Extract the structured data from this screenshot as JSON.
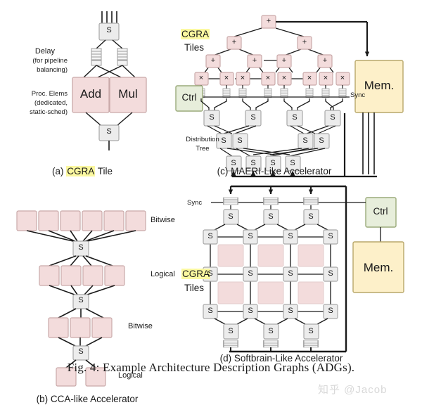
{
  "figure": {
    "caption": "Fig. 4: Example Architecture Description Graphs (ADGs).",
    "watermark": "知乎 @Jacob",
    "colors": {
      "tile_fill": "#f3dcdc",
      "tile_stroke": "#c9a9a9",
      "switch_fill": "#ececec",
      "switch_stroke": "#a8a8a8",
      "mem_fill": "#fdf0c9",
      "mem_stroke": "#b9a martial",
      "ctrl_fill": "#e7eedb",
      "ctrl_stroke": "#9aaa7a",
      "highlight": "#fbf8a0",
      "wire": "#1a1a1a"
    }
  },
  "panel_a": {
    "subcaption_prefix": "(a)",
    "subcaption_highlight": "CGRA",
    "subcaption_suffix": "Tile",
    "annotations": {
      "delay_title": "Delay",
      "delay_line2": "(for pipeline",
      "delay_line3": "balancing)",
      "pe_line1": "Proc. Elems",
      "pe_line2": "(dedicated,",
      "pe_line3": "static-sched)"
    },
    "switch_top": "S",
    "switch_bottom": "S",
    "pe_left": "Add",
    "pe_right": "Mul",
    "input_wires": 4,
    "delay_fifos": 2
  },
  "panel_b": {
    "subcaption": "(b) CCA-like Accelerator",
    "row_labels": [
      "Bitwise",
      "Logical",
      "Bitwise",
      "Logical"
    ],
    "row_counts": [
      6,
      4,
      3,
      2
    ],
    "switches": [
      "S",
      "S",
      "S"
    ]
  },
  "panel_c": {
    "subcaption": "(c) MAERI-Like Accelerator",
    "cgra_label": "CGRA",
    "tiles_label": "Tiles",
    "ctrl_label": "Ctrl",
    "mem_label": "Mem.",
    "sync_label": "Sync",
    "dist_line1": "Distribution",
    "dist_line2": "Tree",
    "adder_symbol": "+",
    "mult_symbol": "×",
    "switch_symbol": "S",
    "adder_levels": [
      1,
      2,
      4
    ],
    "mult_count": 8,
    "fifo_count": 8,
    "dist_rows": [
      4,
      4,
      4
    ],
    "mem_wires": 3
  },
  "panel_d": {
    "subcaption": "(d) Softbrain-Like Accelerator",
    "cgra_label": "CGRA",
    "tiles_label": "Tiles",
    "ctrl_label": "Ctrl",
    "mem_label": "Mem.",
    "sync_label": "Sync",
    "switch_symbol": "S",
    "grid_rows": 3,
    "grid_cols": 4,
    "top_ports": 3,
    "bottom_ports": 3,
    "tile_rows": 2,
    "tile_cols": 3
  }
}
